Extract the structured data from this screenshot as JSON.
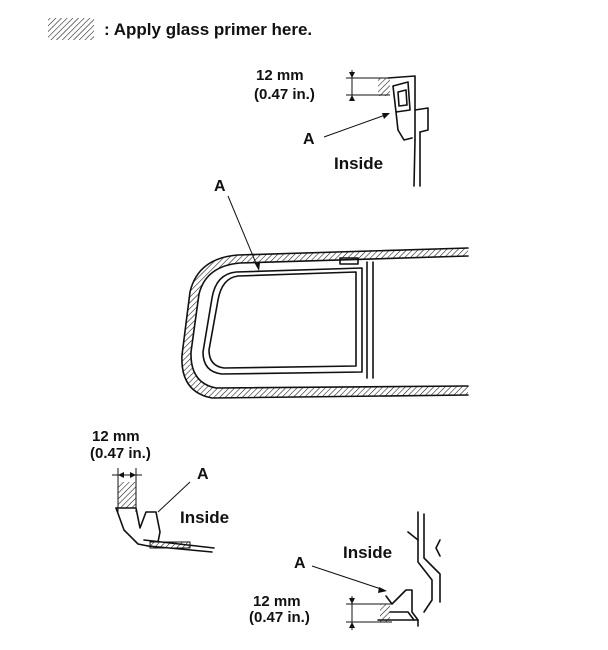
{
  "legend": {
    "icon": "diagonal-hatch-swatch",
    "text": ": Apply glass primer here."
  },
  "detail_top": {
    "dim_mm": "12 mm",
    "dim_in": "(0.47 in.)",
    "callout": "A",
    "side_label": "Inside"
  },
  "overview": {
    "callout": "A"
  },
  "detail_left": {
    "dim_mm": "12 mm",
    "dim_in": "(0.47 in.)",
    "callout": "A",
    "side_label": "Inside"
  },
  "detail_bottom": {
    "side_label": "Inside",
    "callout": "A",
    "dim_mm": "12 mm",
    "dim_in": "(0.47 in.)"
  }
}
